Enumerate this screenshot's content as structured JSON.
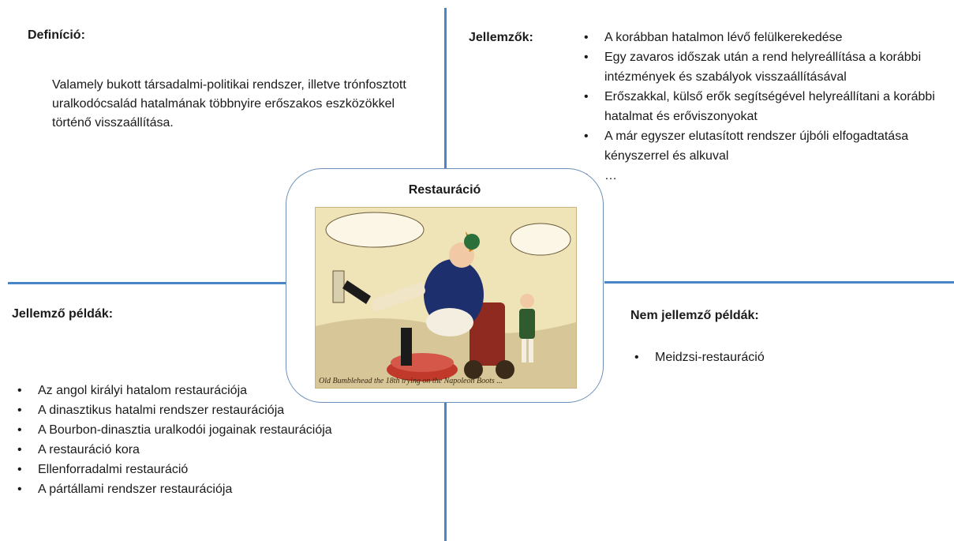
{
  "definition": {
    "title": "Definíció:",
    "text": "Valamely bukott társadalmi-politikai rendszer, illetve trónfosztott uralkodócsalád hatalmának többnyire erőszakos eszközökkel történő visszaállítása."
  },
  "center": {
    "title": "Restauráció",
    "image_caption": "Old Bumblehead the 18th trying on the Napoleon Boots ..."
  },
  "characteristics": {
    "title": "Jellemzők:",
    "items": [
      "A korábban hatalmon lévő felülkerekedése",
      "Egy zavaros időszak után a rend helyreállítása a korábbi intézmények és szabályok visszaállításával",
      "Erőszakkal, külső erők segítségével helyreállítani a korábbi hatalmat és erőviszonyokat",
      "A már egyszer elutasított rendszer újbóli elfogadtatása kényszerrel és alkuval",
      "…"
    ]
  },
  "examples": {
    "title": "Jellemző példák:",
    "items": [
      "Az angol királyi hatalom restaurációja",
      "A dinasztikus hatalmi rendszer restaurációja",
      "A Bourbon-dinasztia uralkodói jogainak restaurációja",
      "A restauráció kora",
      "Ellenforradalmi restauráció",
      "A pártállami rendszer restaurációja"
    ]
  },
  "non_examples": {
    "title": "Nem jellemző példák:",
    "items": [
      "Meidzsi-restauráció"
    ]
  },
  "colors": {
    "divider": "#4a86c5",
    "box_border": "#6a8fb8"
  }
}
